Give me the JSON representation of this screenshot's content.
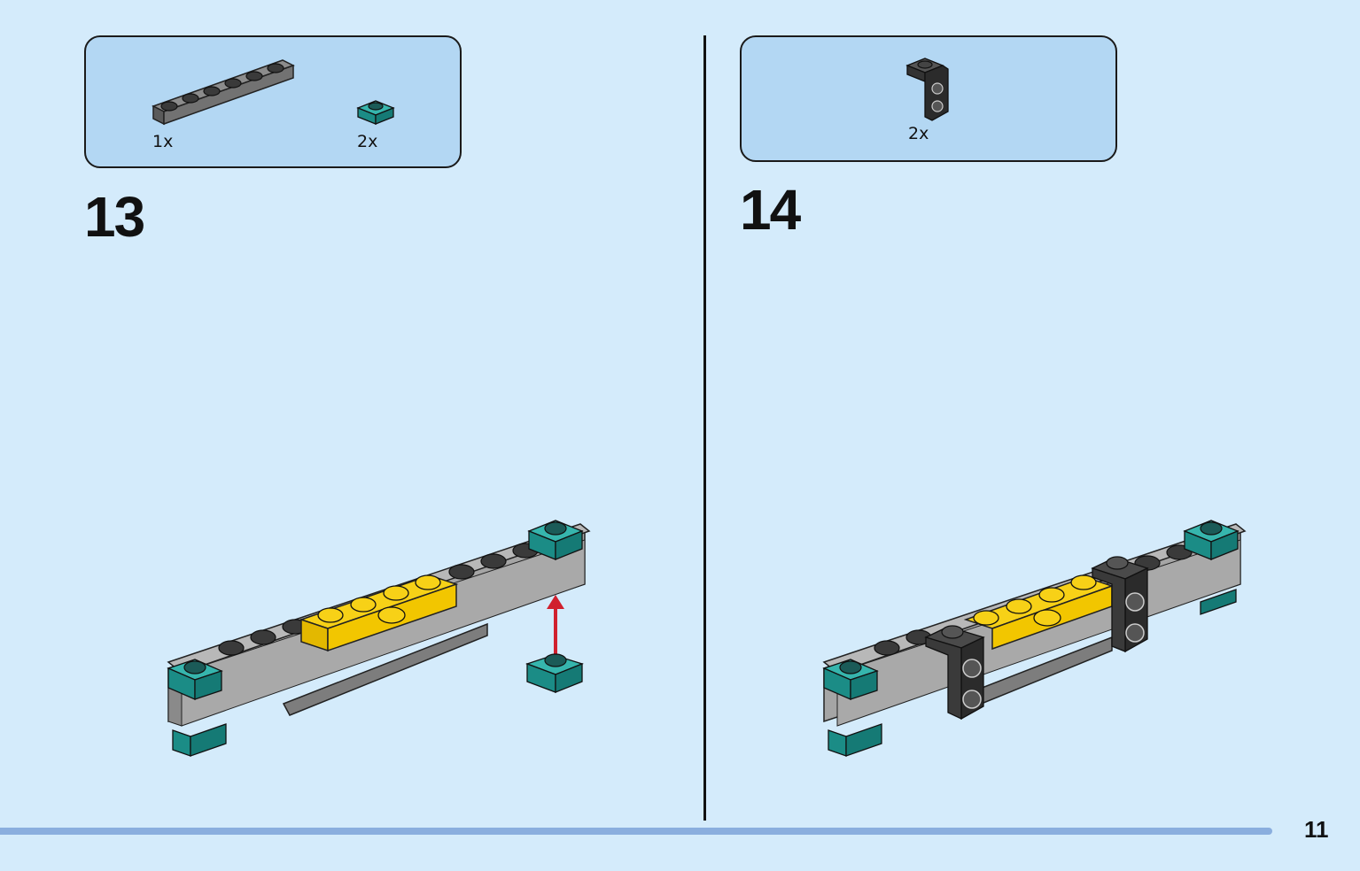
{
  "step13": {
    "number": "13",
    "parts": [
      {
        "name": "dark-gray-plate-1x6",
        "qty": "1x"
      },
      {
        "name": "teal-plate-1x1",
        "qty": "2x"
      }
    ]
  },
  "step14": {
    "number": "14",
    "parts": [
      {
        "name": "black-bracket",
        "qty": "2x"
      }
    ]
  },
  "page": {
    "number": "11"
  },
  "colors": {
    "background": "#d4ebfb",
    "parts_box": "#b3d7f3",
    "teal": "#1e9a93",
    "yellow": "#f7d117",
    "light_gray": "#a5a5a5",
    "dark_gray": "#6b6b6b",
    "black": "#2b2b2b",
    "arrow_red": "#d0202e"
  }
}
